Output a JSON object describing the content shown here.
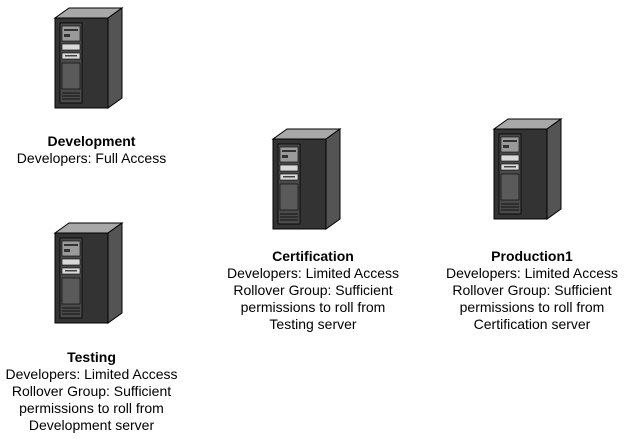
{
  "servers": [
    {
      "id": "development",
      "title": "Development",
      "lines": [
        "Developers: Full Access"
      ]
    },
    {
      "id": "testing",
      "title": "Testing",
      "lines": [
        "Developers: Limited Access",
        "Rollover Group: Sufficient",
        "permissions to roll from",
        "Development server"
      ]
    },
    {
      "id": "certification",
      "title": "Certification",
      "lines": [
        "Developers: Limited Access",
        "Rollover Group: Sufficient",
        "permissions to roll from",
        "Testing server"
      ]
    },
    {
      "id": "production1",
      "title": "Production1",
      "lines": [
        "Developers: Limited Access",
        "Rollover Group: Sufficient",
        "permissions to roll from",
        "Certification server"
      ]
    }
  ]
}
